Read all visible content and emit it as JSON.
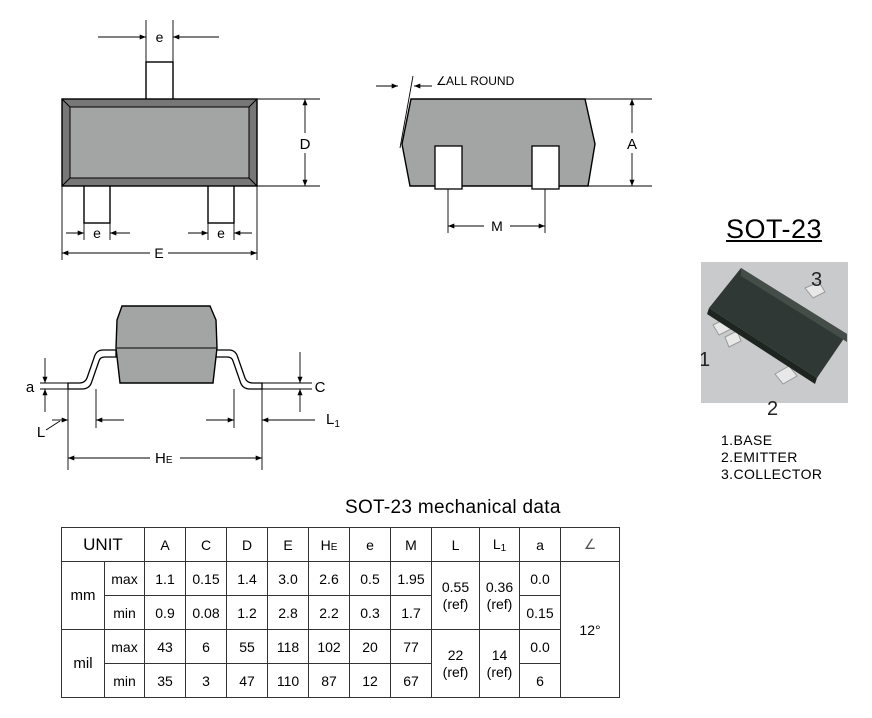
{
  "drawings": {
    "top_view": {
      "dim_e_top": "e",
      "dim_D": "D",
      "dim_e_left": "e",
      "dim_e_right": "e",
      "dim_E": "E"
    },
    "side_view": {
      "all_round_label": "ALL ROUND",
      "dim_A": "A",
      "dim_M": "M"
    },
    "profile_view": {
      "dim_a": "a",
      "dim_C": "C",
      "dim_L": "L",
      "dim_L1_main": "L",
      "dim_L1_sub": "1",
      "dim_HE_main": "H",
      "dim_HE_sub": "E"
    }
  },
  "package": {
    "title": "SOT-23",
    "photo_pins": [
      "1",
      "2",
      "3"
    ],
    "pin_list": [
      "1.BASE",
      "2.EMITTER",
      "3.COLLECTOR"
    ]
  },
  "table": {
    "title": "SOT-23  mechanical data",
    "header": {
      "unit": "UNIT",
      "cols": [
        "A",
        "C",
        "D",
        "E",
        "",
        "e",
        "M",
        "L",
        "",
        "a",
        "∠"
      ],
      "HE_main": "H",
      "HE_sub": "E",
      "L1_main": "L",
      "L1_sub": "1"
    },
    "mm": {
      "label": "mm",
      "max_label": "max",
      "min_label": "min",
      "max": [
        "1.1",
        "0.15",
        "1.4",
        "3.0",
        "2.6",
        "0.5",
        "1.95"
      ],
      "min": [
        "0.9",
        "0.08",
        "1.2",
        "2.8",
        "2.2",
        "0.3",
        "1.7"
      ],
      "L_val": "0.55",
      "L_ref": "(ref)",
      "L1_val": "0.36",
      "L1_ref": "(ref)",
      "a_max": "0.0",
      "a_min": "0.15"
    },
    "mil": {
      "label": "mil",
      "max_label": "max",
      "min_label": "min",
      "max": [
        "43",
        "6",
        "55",
        "118",
        "102",
        "20",
        "77"
      ],
      "min": [
        "35",
        "3",
        "47",
        "110",
        "87",
        "12",
        "67"
      ],
      "L_val": "22",
      "L_ref": "(ref)",
      "L1_val": "14",
      "L1_ref": "(ref)",
      "a_max": "0.0",
      "a_min": "6"
    },
    "angle": "12°"
  }
}
